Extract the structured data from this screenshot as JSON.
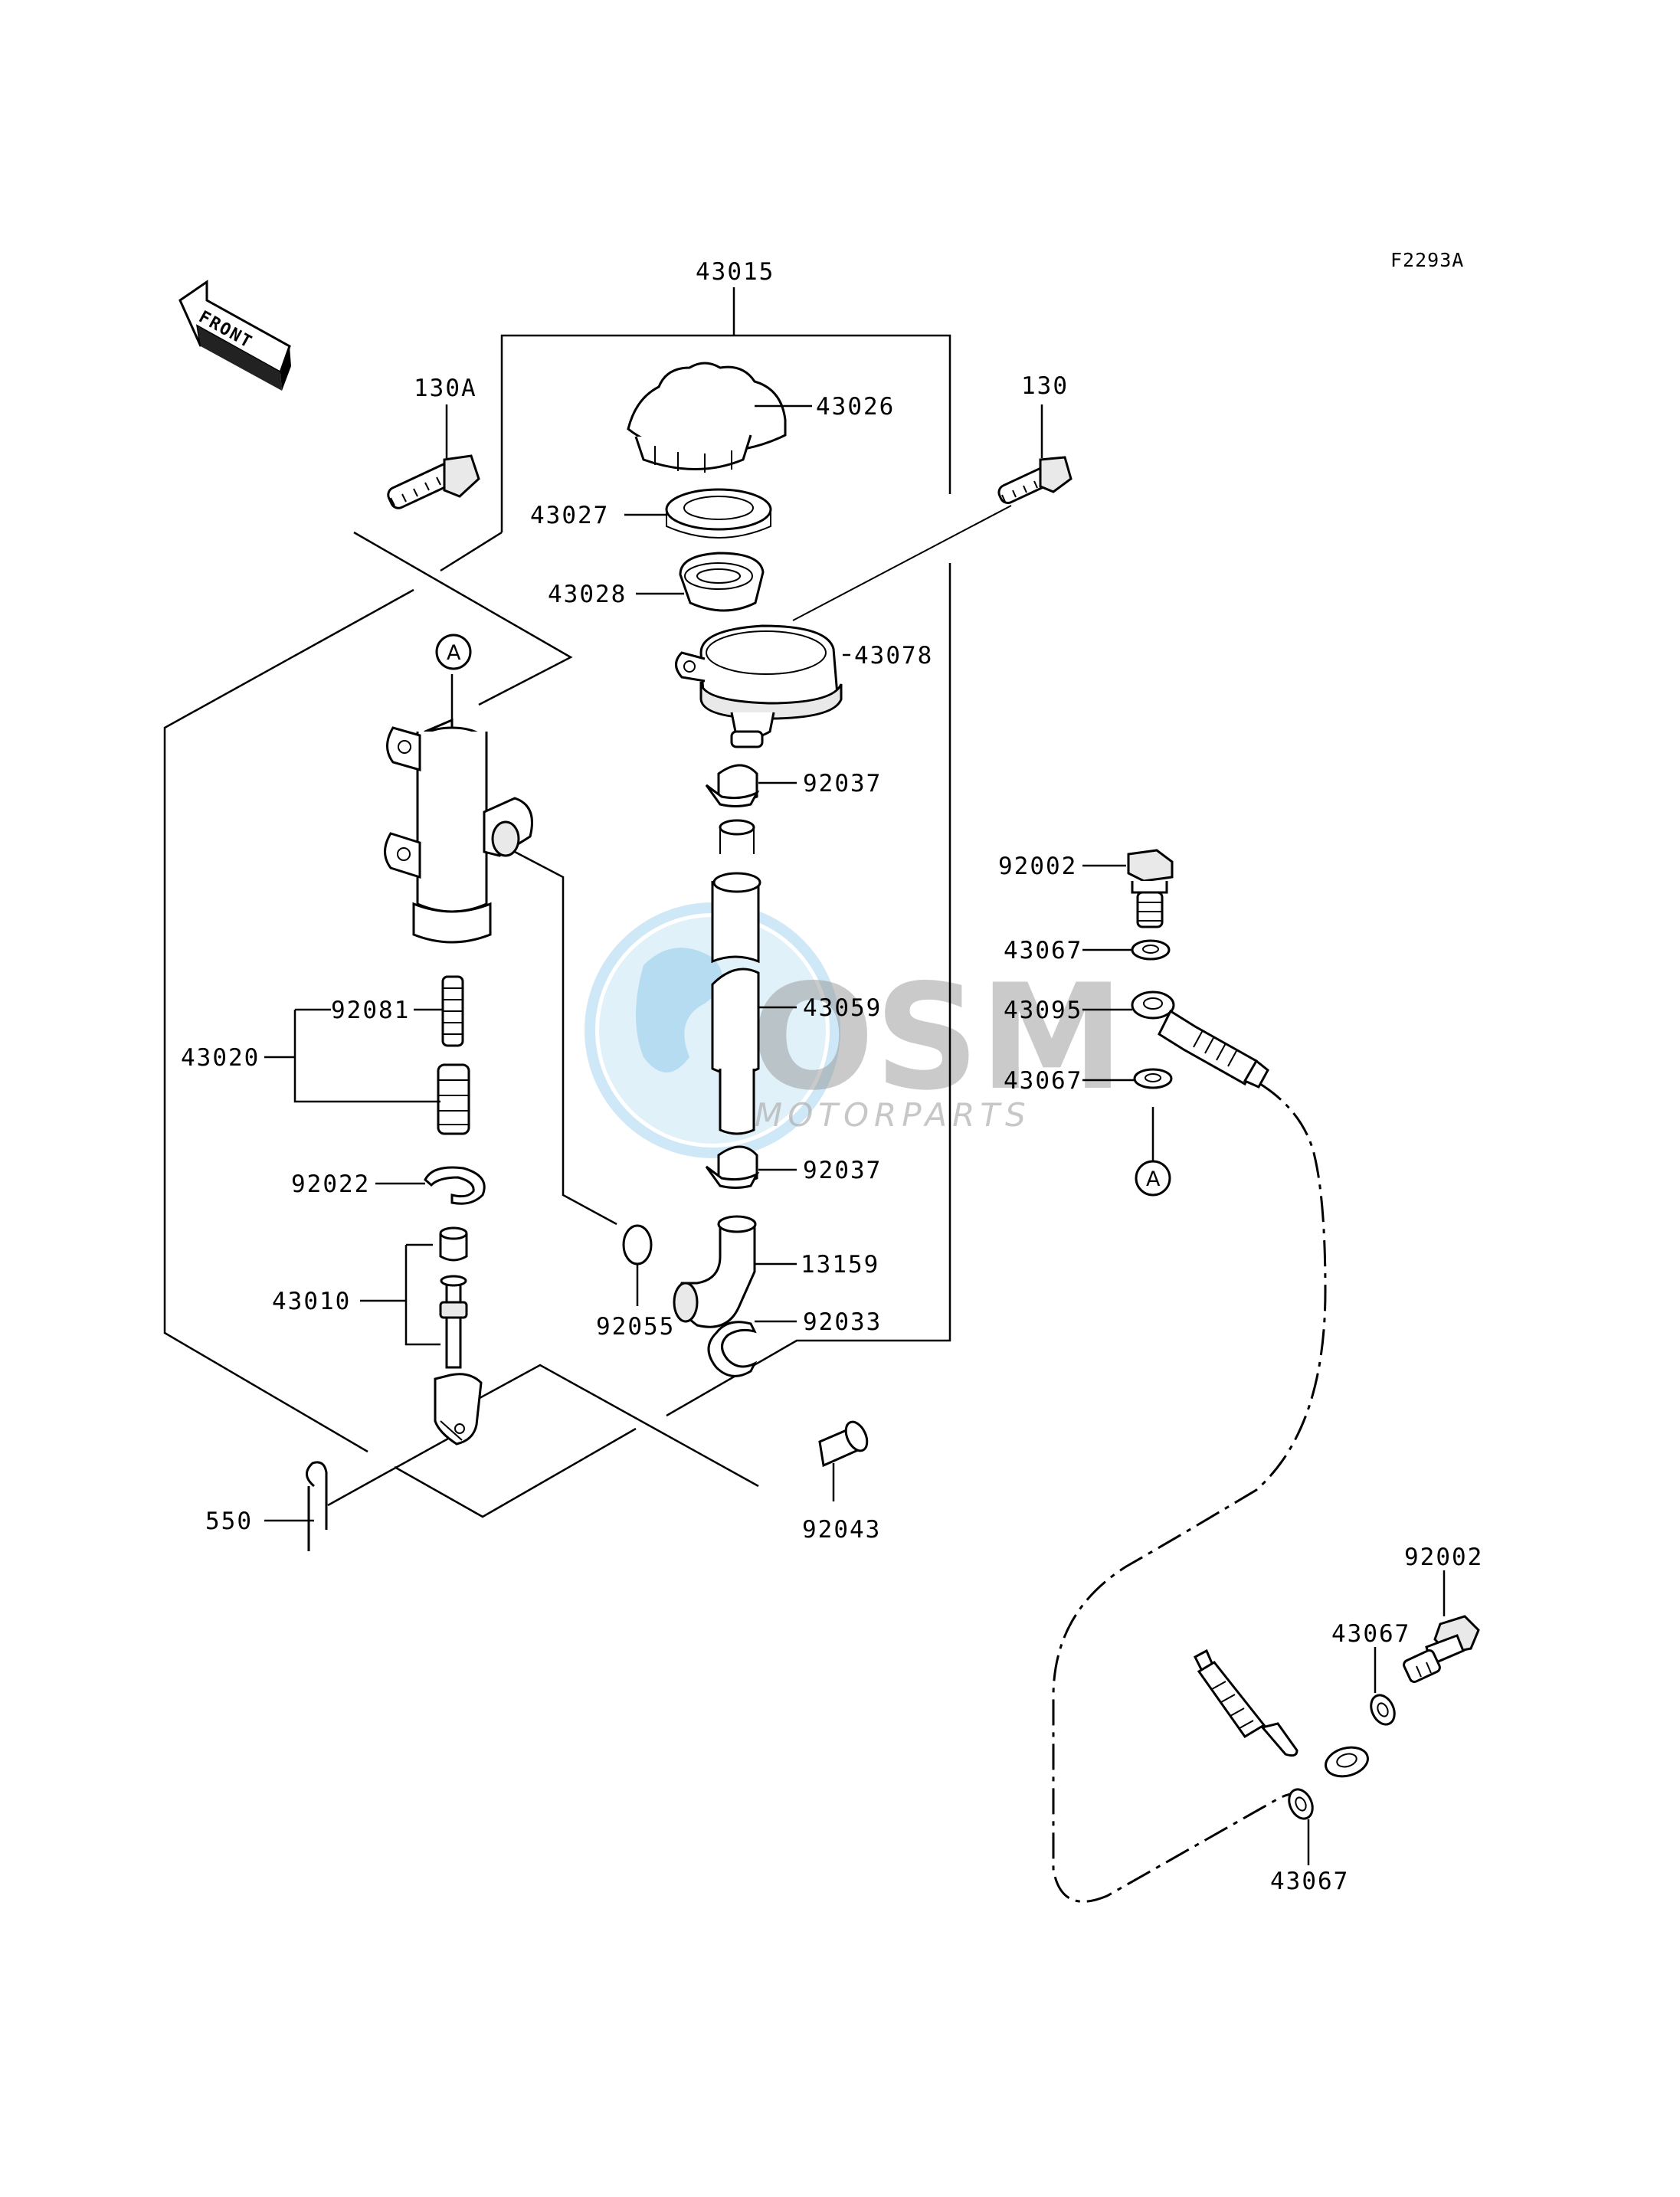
{
  "diagram_code": "F2293A",
  "front_label": "FRONT",
  "colors": {
    "line": "#000000",
    "watermark_globe": "#7fc4ea",
    "watermark_text": "#8c8c8c"
  },
  "watermark": {
    "brand": "OSM",
    "sub": "MOTORPARTS"
  },
  "callout_circles": {
    "top": "A",
    "bottom": "A"
  },
  "labels": {
    "l43015": "43015",
    "l43026": "43026",
    "l43027": "43027",
    "l43028": "43028",
    "l43078": "43078",
    "l92037a": "92037",
    "l43059": "43059",
    "l92037b": "92037",
    "l13159": "13159",
    "l92033": "92033",
    "l92055": "92055",
    "l92043": "92043",
    "l130A": "130A",
    "l130": "130",
    "l43020": "43020",
    "l92081": "92081",
    "l92022": "92022",
    "l43010": "43010",
    "l550": "550",
    "l92002a": "92002",
    "l43067a": "43067",
    "l43095": "43095",
    "l43067b": "43067",
    "l92002b": "92002",
    "l43067c": "43067",
    "l43067d": "43067"
  }
}
